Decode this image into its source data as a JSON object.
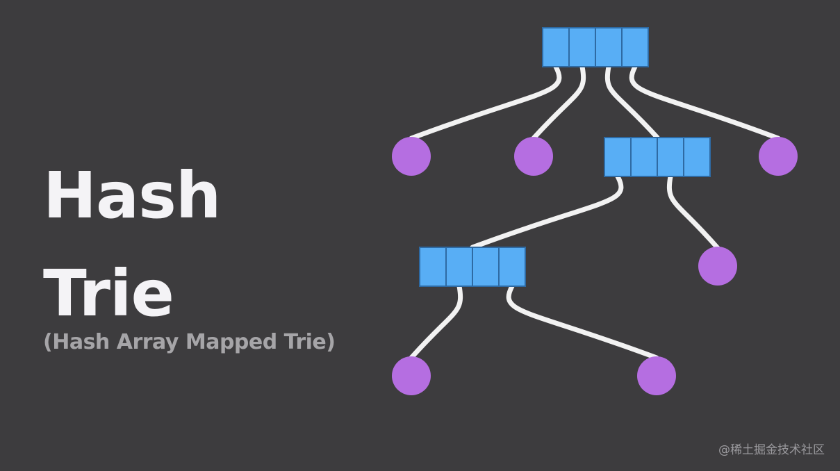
{
  "slide": {
    "title_line1": "Hash",
    "title_line2": "Trie",
    "subtitle": "(Hash Array Mapped Trie)",
    "watermark": "@稀土掘金技术社区"
  },
  "diagram": {
    "colors": {
      "background": "#3d3c3e",
      "node_fill": "#58aef5",
      "node_border": "#2e6aa3",
      "leaf_fill": "#b56ee1",
      "edge": "#f2f2f2"
    },
    "nodes": [
      {
        "id": "root",
        "kind": "array",
        "slots": 4
      },
      {
        "id": "mid",
        "kind": "array",
        "slots": 4
      },
      {
        "id": "low",
        "kind": "array",
        "slots": 4
      },
      {
        "id": "leaf-1",
        "kind": "leaf"
      },
      {
        "id": "leaf-2",
        "kind": "leaf"
      },
      {
        "id": "leaf-3",
        "kind": "leaf"
      },
      {
        "id": "leaf-4",
        "kind": "leaf"
      },
      {
        "id": "leaf-5",
        "kind": "leaf"
      },
      {
        "id": "leaf-6",
        "kind": "leaf"
      }
    ],
    "edges": [
      {
        "from": "root",
        "slot": 0,
        "to": "leaf-1"
      },
      {
        "from": "root",
        "slot": 1,
        "to": "leaf-2"
      },
      {
        "from": "root",
        "slot": 2,
        "to": "mid"
      },
      {
        "from": "root",
        "slot": 3,
        "to": "leaf-3"
      },
      {
        "from": "mid",
        "slot": 0,
        "to": "low"
      },
      {
        "from": "mid",
        "slot": 2,
        "to": "leaf-4"
      },
      {
        "from": "low",
        "slot": 1,
        "to": "leaf-5"
      },
      {
        "from": "low",
        "slot": 3,
        "to": "leaf-6"
      }
    ]
  }
}
